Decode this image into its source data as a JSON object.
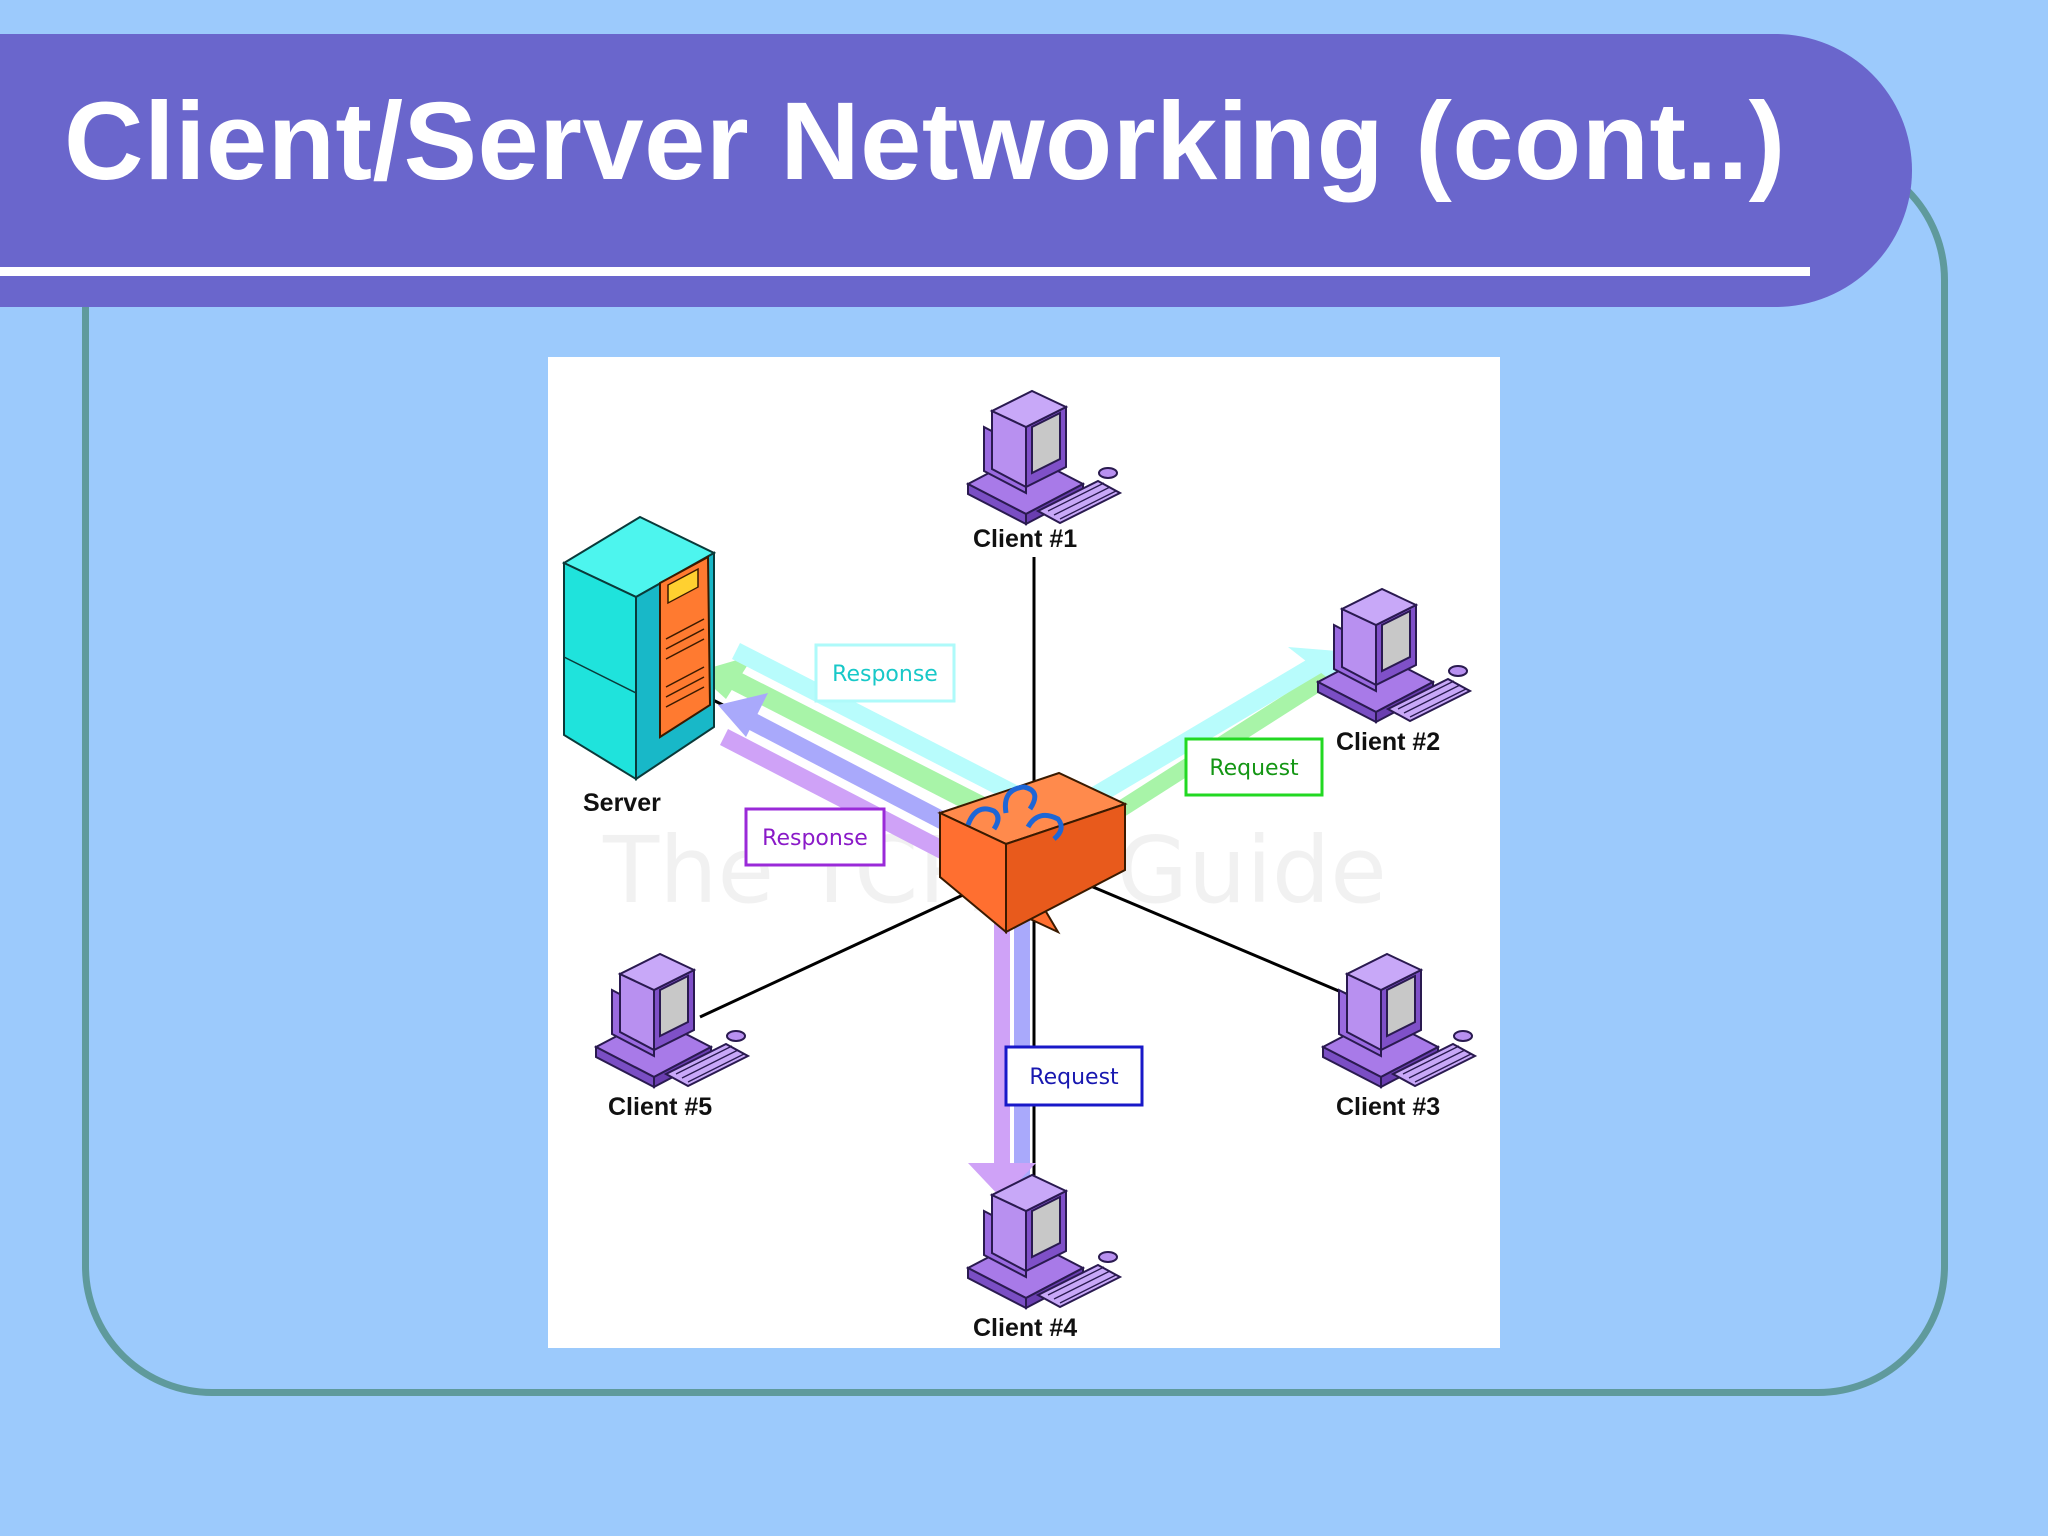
{
  "slide": {
    "title": "Client/Server Networking (cont..)"
  },
  "diagram": {
    "nodes": {
      "server": "Server",
      "client1": "Client #1",
      "client2": "Client #2",
      "client3": "Client #3",
      "client4": "Client #4",
      "client5": "Client #5"
    },
    "tags": {
      "response_cyan": "Response",
      "request_green": "Request",
      "response_purple": "Response",
      "request_blue": "Request"
    },
    "watermark": "The TCP/IP Guide"
  },
  "colors": {
    "background": "#9ccafc",
    "title_bar": "#6a66cc",
    "frame_border": "#5f9a9c",
    "cyan_flow": "#b8fcfc",
    "green_flow": "#a8f4a8",
    "purple_flow": "#cfa2f7",
    "blue_flow": "#a9a9fb",
    "hub": "#ff6f30"
  }
}
